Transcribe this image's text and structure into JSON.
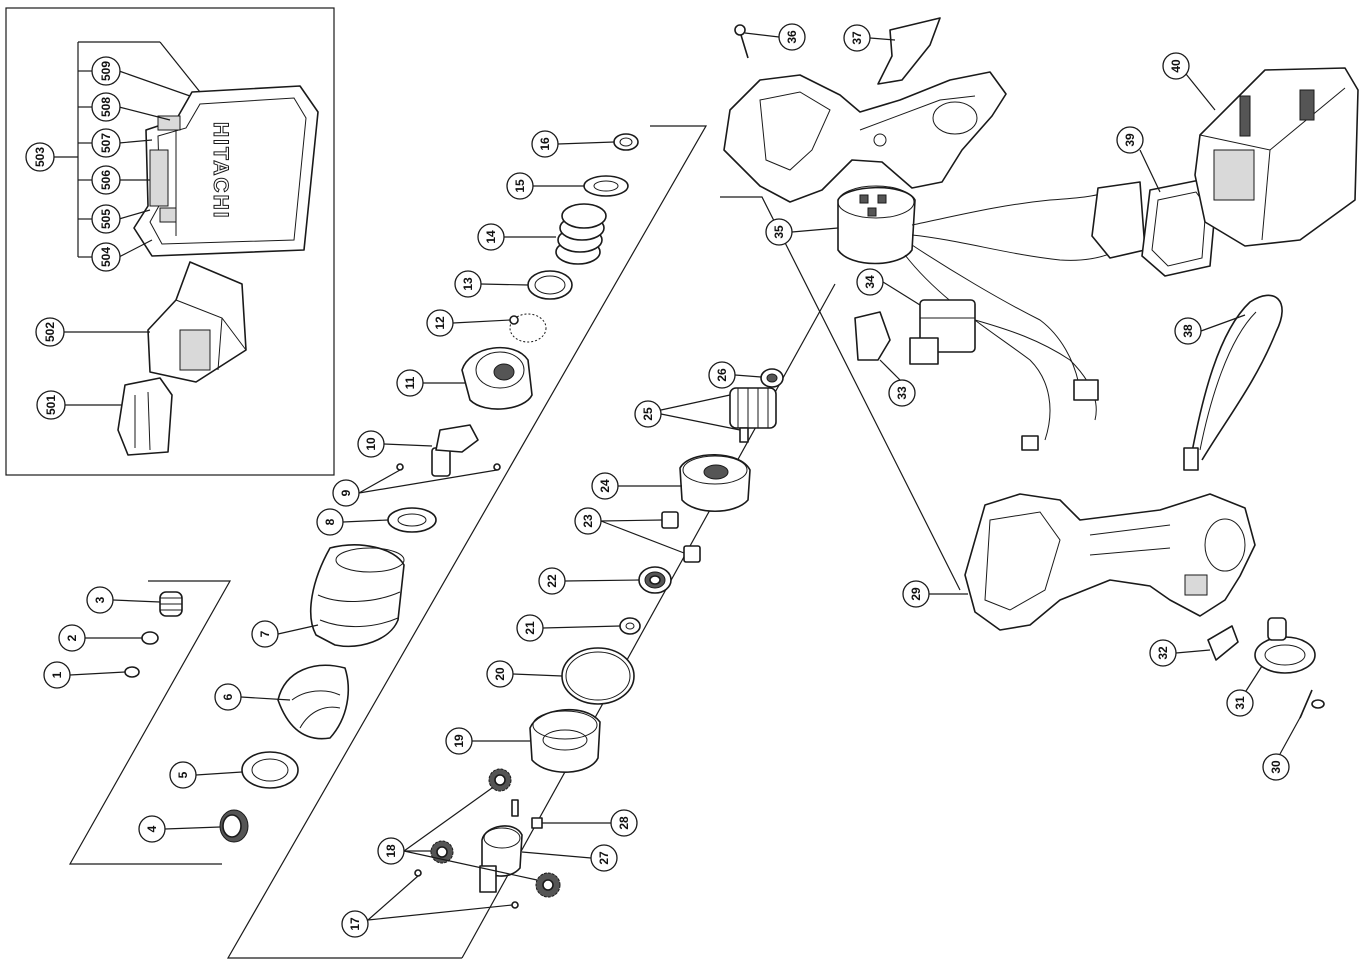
{
  "callouts": [
    "1",
    "2",
    "3",
    "4",
    "5",
    "6",
    "7",
    "8",
    "9",
    "10",
    "11",
    "12",
    "13",
    "14",
    "15",
    "16",
    "17",
    "18",
    "19",
    "20",
    "21",
    "22",
    "23",
    "24",
    "25",
    "26",
    "27",
    "28",
    "29",
    "30",
    "31",
    "32",
    "33",
    "34",
    "35",
    "36",
    "37",
    "38",
    "39",
    "40",
    "501",
    "502",
    "503",
    "504",
    "505",
    "506",
    "507",
    "508",
    "509"
  ],
  "case_logo": "HITACHI"
}
